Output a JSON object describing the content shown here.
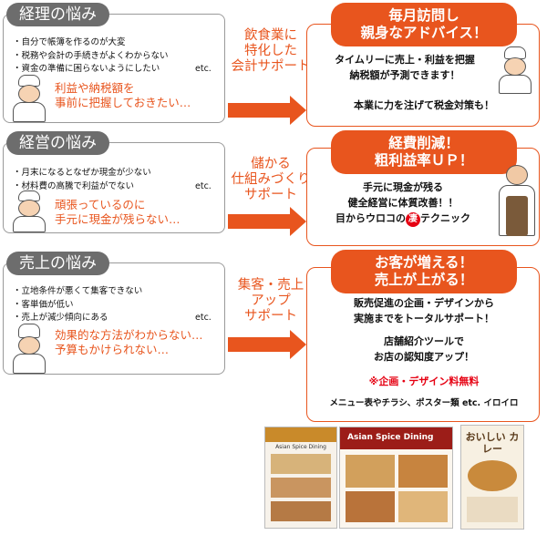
{
  "rows": [
    {
      "problem_title": "経理の悩み",
      "bullets": [
        "・自分で帳簿を作るのが大変",
        "・税務や会計の手続きがよくわからない",
        "・資金の準備に困らないようにしたい"
      ],
      "etc": "etc.",
      "worry_lines": [
        "利益や納税額を",
        "事前に把握しておきたい…"
      ],
      "service_lines": [
        "飲食業に",
        "特化した",
        "会計サポート"
      ],
      "solution_title_lines": [
        "毎月訪問し",
        "親身なアドバイス！"
      ],
      "solution_lines": [
        "タイムリーに売上・利益を把握",
        "納税額が予測できます！"
      ],
      "solution_extra": "本業に力を注げて税金対策も！"
    },
    {
      "problem_title": "経営の悩み",
      "bullets": [
        "・月末になるとなぜか現金が少ない",
        "・材料費の高騰で利益がでない"
      ],
      "etc": "etc.",
      "worry_lines": [
        "頑張っているのに",
        "手元に現金が残らない…"
      ],
      "service_lines": [
        "儲かる",
        "仕組みづくり",
        "サポート"
      ],
      "solution_title_lines": [
        "経費削減！",
        "粗利益率ＵＰ！"
      ],
      "solution_lines": [
        "手元に現金が残る",
        "健全経営に体質改善！！"
      ],
      "solution_extra_before": "目からウロコの",
      "solution_extra_circle": "凄",
      "solution_extra_after": "テクニック"
    },
    {
      "problem_title": "売上の悩み",
      "bullets": [
        "・立地条件が悪くて集客できない",
        "・客単価が低い",
        "・売上が減少傾向にある"
      ],
      "etc": "etc.",
      "worry_lines": [
        "効果的な方法がわからない…",
        "予算もかけられない…"
      ],
      "service_lines": [
        "集客・売上",
        "アップ",
        "サポート"
      ],
      "solution_title_lines": [
        "お客が増える！",
        "売上が上がる！"
      ],
      "solution_lines": [
        "販売促進の企画・デザインから",
        "実施までをトータルサポート！"
      ],
      "solution_lines_2": [
        "店舗紹介ツールで",
        "お店の認知度アップ！"
      ],
      "free_note": "※企画・デザイン料無料",
      "examples": "メニュー表やチラシ、ポスター類 etc. イロイロ"
    }
  ],
  "flyers": {
    "flyer1_title": "Asian Spice Dining",
    "flyer2_title": "Asian Spice Dining",
    "flyer3_title": "おいしい カレー"
  },
  "colors": {
    "orange": "#e8551e",
    "gray_tab": "#6d6d6d",
    "red": "#e60012"
  }
}
